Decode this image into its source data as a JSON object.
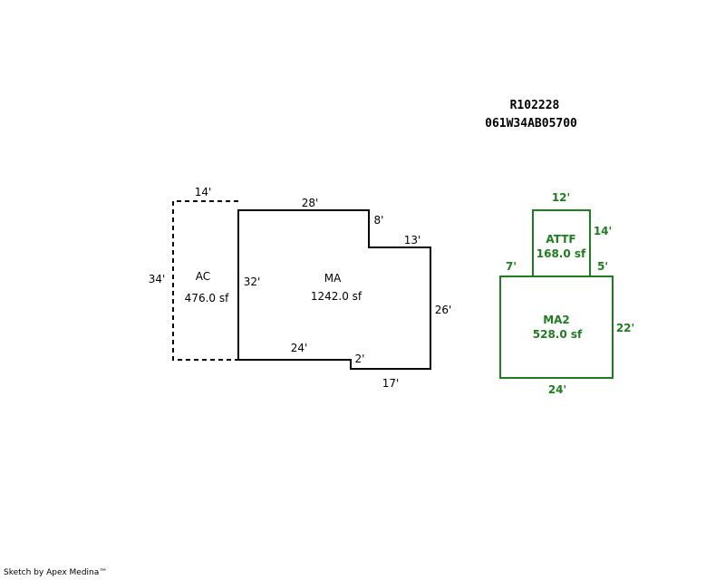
{
  "header": {
    "parcel_id": "R102228",
    "map_number": "061W34AB05700"
  },
  "footer": {
    "credit": "Sketch by Apex Medina™"
  },
  "colors": {
    "main_outline": "#000000",
    "secondary_outline": "#1e7d1e"
  },
  "areas": {
    "ac": {
      "code": "AC",
      "area": "476.0 sf",
      "dims": {
        "top": "14'",
        "left": "34'"
      }
    },
    "ma": {
      "code": "MA",
      "area": "1242.0 sf",
      "dims": {
        "top": "28'",
        "notch_down": "8'",
        "notch_right": "13'",
        "right": "26'",
        "bottom_right": "17'",
        "step": "2'",
        "bottom_left": "24'",
        "left": "32'"
      }
    },
    "attf": {
      "code": "ATTF",
      "area": "168.0 sf",
      "dims": {
        "top": "12'",
        "right": "14'",
        "left_offset": "7'",
        "right_offset": "5'"
      }
    },
    "ma2": {
      "code": "MA2",
      "area": "528.0 sf",
      "dims": {
        "right": "22'",
        "bottom": "24'"
      }
    }
  }
}
